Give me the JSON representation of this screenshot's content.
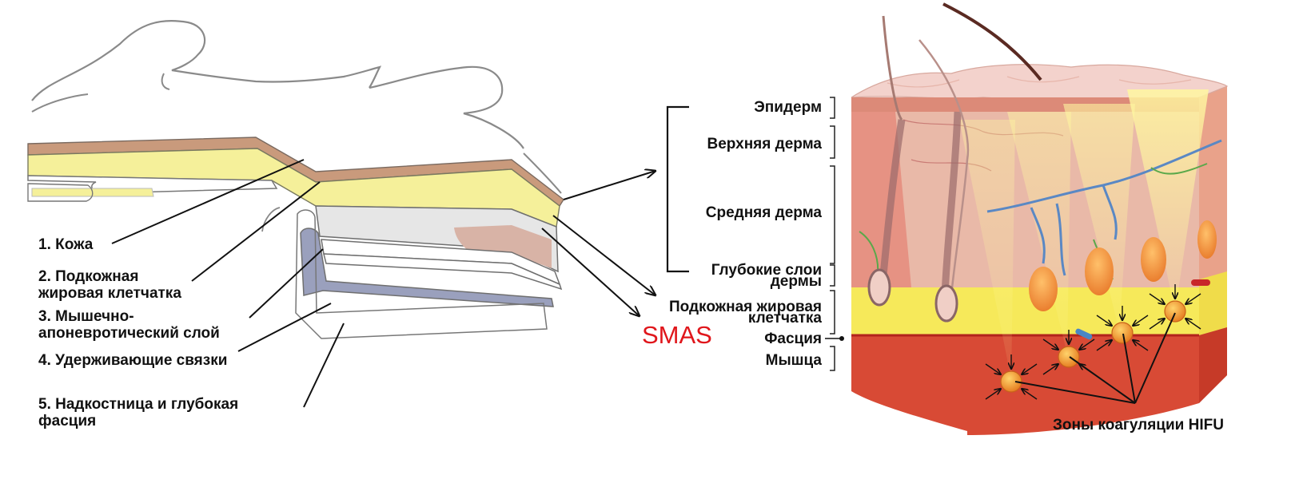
{
  "left_labels": [
    [
      "1. Кожа"
    ],
    [
      "2. Подкожная",
      "жировая клетчатка"
    ],
    [
      "3. Мышечно-",
      "апоневротический слой"
    ],
    [
      "4. Удерживающие связки"
    ],
    [
      "5. Надкостница и глубокая",
      "фасция"
    ]
  ],
  "smas_label": "SMAS",
  "layer_labels": [
    [
      "Эпидерм"
    ],
    [
      "Верхняя дерма"
    ],
    [
      "Средняя дерма"
    ],
    [
      "Глубокие слои",
      "дермы"
    ],
    [
      "Подкожная жировая",
      "клетчатка"
    ],
    [
      "Фасция"
    ],
    [
      "Мышца"
    ]
  ],
  "hifu_label": "Зоны коагуляции HIFU",
  "colors": {
    "skin": "#c99a7c",
    "fat": "#f5f09a",
    "muscle_aponeurosis": "#e6e6e6",
    "ligaments": "#9aa0bd",
    "smas_text": "#e0161b",
    "epidermis_top": "#f3d2cc",
    "dermis": "#e9b9a8",
    "fat_block": "#f6e95a",
    "muscle_block": "#d84a35",
    "coagulation_zone": "#f39a2c"
  }
}
